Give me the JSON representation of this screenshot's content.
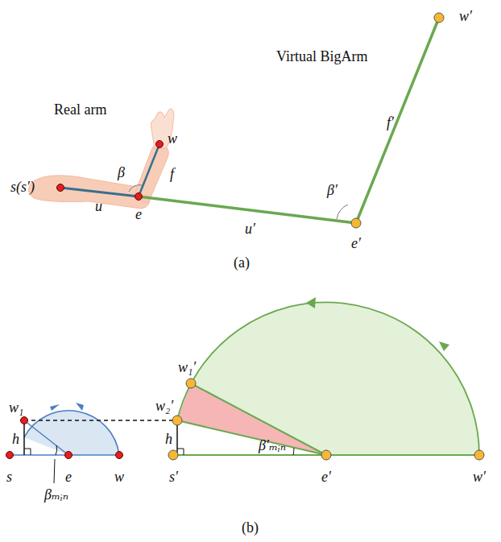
{
  "diagram": {
    "labels": [
      "Real arm",
      "Virtual BigArm",
      "s(s′)",
      "u",
      "e",
      "β",
      "w",
      "f",
      "u′",
      "e′",
      "β′",
      "f′",
      "w′",
      "(a)",
      "w₁",
      "h",
      "s",
      "e",
      "w",
      "βₘᵢₙ",
      "w₁′",
      "w₂′",
      "h",
      "s′",
      "e′",
      "w′",
      "β′ₘᵢₙ",
      "(b)"
    ]
  }
}
